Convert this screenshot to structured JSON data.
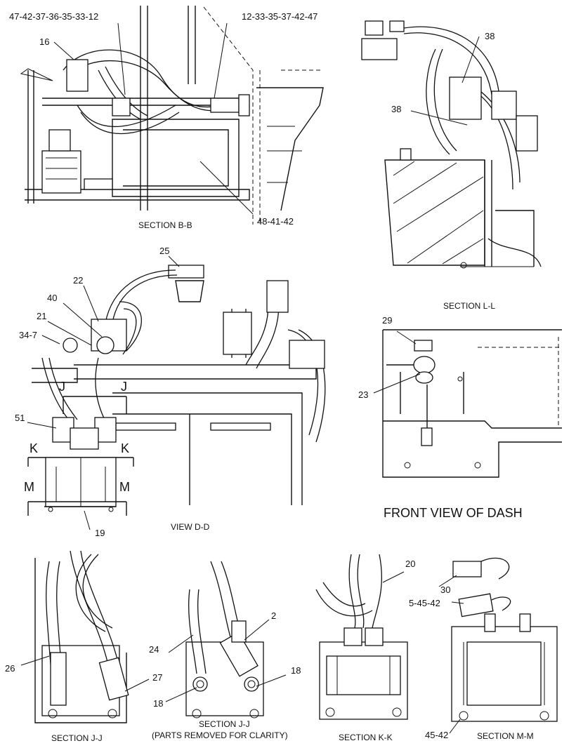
{
  "captions": {
    "section_bb": "SECTION B-B",
    "section_ll": "SECTION L-L",
    "view_dd": "VIEW D-D",
    "front_view": "FRONT VIEW OF DASH",
    "section_jj_1": "SECTION J-J",
    "section_jj_2": "SECTION J-J",
    "section_jj_2_note": "(PARTS REMOVED FOR CLARITY)",
    "section_kk": "SECTION K-K",
    "section_mm": "SECTION M-M"
  },
  "callouts": {
    "bb_top_left": "47-42-37-36-35-33-12",
    "bb_top_right": "12-33-35-37-42-47",
    "bb_16": "16",
    "bb_bottom": "48-41-42",
    "ll_38a": "38",
    "ll_38b": "38",
    "dd_25": "25",
    "dd_22": "22",
    "dd_40": "40",
    "dd_21": "21",
    "dd_34_7": "34-7",
    "dd_51": "51",
    "dd_19": "19",
    "dd_J1": "J",
    "dd_J2": "J",
    "dd_K1": "K",
    "dd_K2": "K",
    "dd_M1": "M",
    "dd_M2": "M",
    "fv_29": "29",
    "fv_23": "23",
    "jj_26": "26",
    "jj_27": "27",
    "jj2_24": "24",
    "jj2_2": "2",
    "jj2_18a": "18",
    "jj2_18b": "18",
    "kk_20": "20",
    "mm_30": "30",
    "mm_5_45_42": "5-45-42",
    "mm_45_42": "45-42"
  }
}
